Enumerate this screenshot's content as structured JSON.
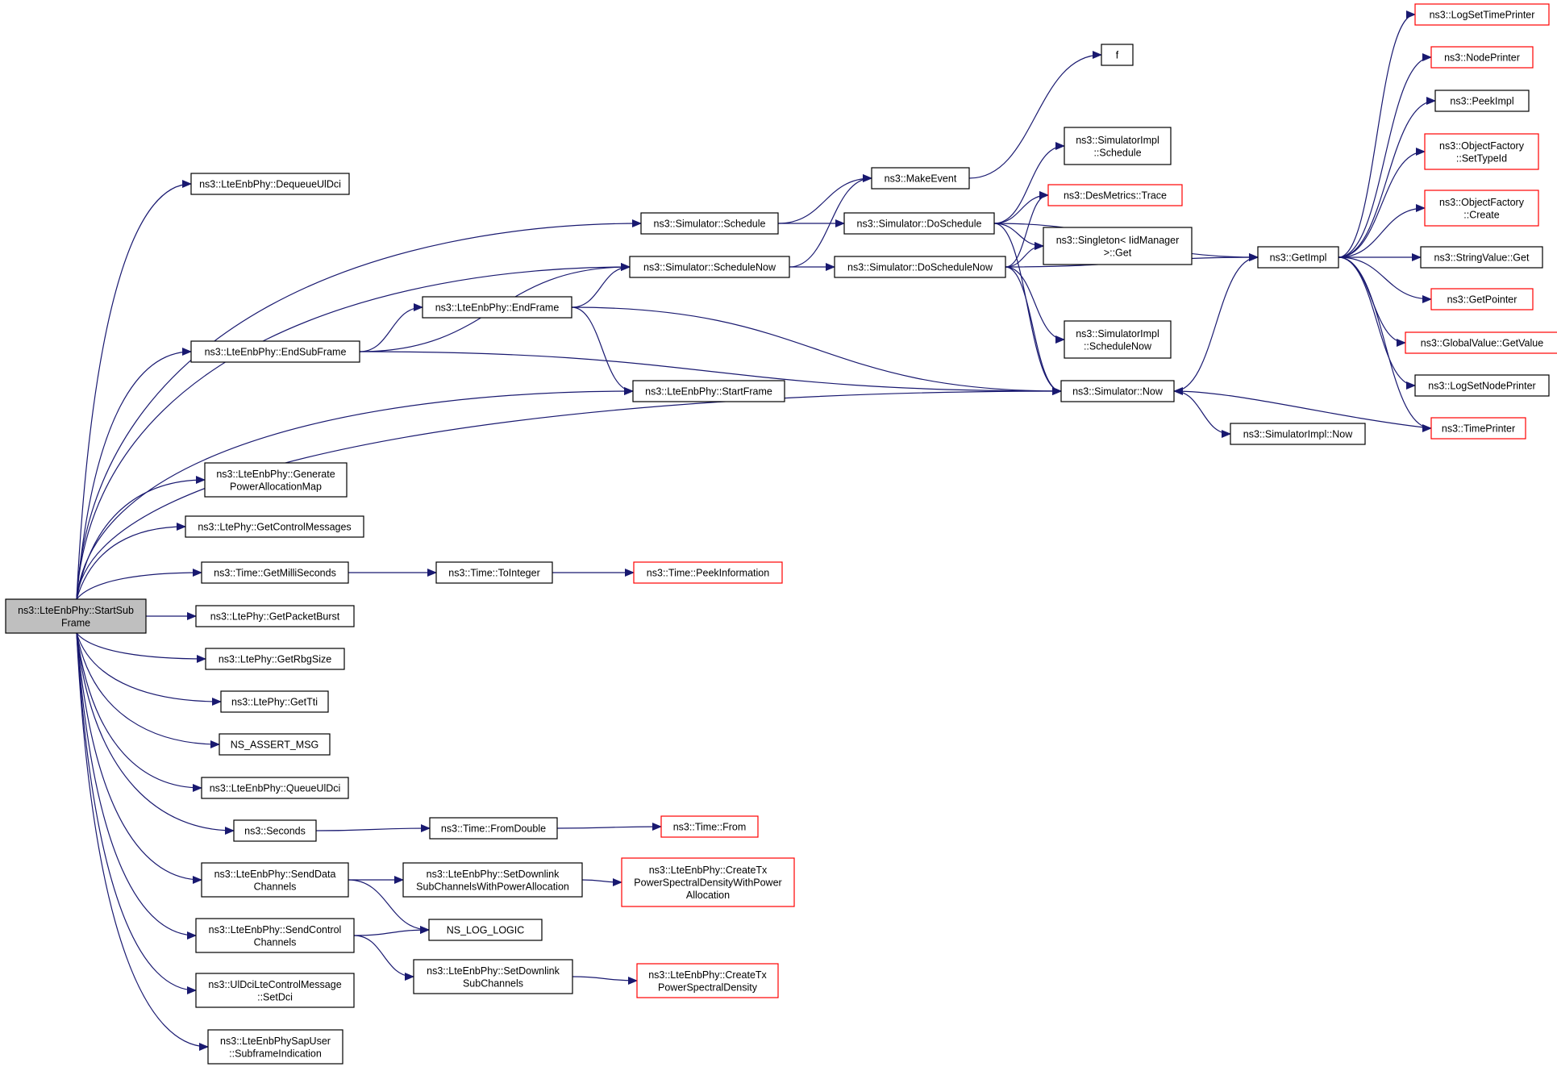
{
  "diagram": {
    "colors": {
      "edge": "#191970",
      "missing_border": "#ff0000",
      "focus_fill": "#bfbfbf"
    },
    "nodes": [
      {
        "id": "root",
        "lines": [
          "ns3::LteEnbPhy::StartSub",
          "Frame"
        ],
        "style": "root"
      },
      {
        "id": "deqUl",
        "lines": [
          "ns3::LteEnbPhy::DequeueUlDci"
        ]
      },
      {
        "id": "endSub",
        "lines": [
          "ns3::LteEnbPhy::EndSubFrame"
        ]
      },
      {
        "id": "genPow",
        "lines": [
          "ns3::LteEnbPhy::Generate",
          "PowerAllocationMap"
        ]
      },
      {
        "id": "getCtl",
        "lines": [
          "ns3::LtePhy::GetControlMessages"
        ]
      },
      {
        "id": "getMs",
        "lines": [
          "ns3::Time::GetMilliSeconds"
        ]
      },
      {
        "id": "getPkt",
        "lines": [
          "ns3::LtePhy::GetPacketBurst"
        ]
      },
      {
        "id": "getRbg",
        "lines": [
          "ns3::LtePhy::GetRbgSize"
        ]
      },
      {
        "id": "getTti",
        "lines": [
          "ns3::LtePhy::GetTti"
        ]
      },
      {
        "id": "nsAssert",
        "lines": [
          "NS_ASSERT_MSG"
        ]
      },
      {
        "id": "queueUl",
        "lines": [
          "ns3::LteEnbPhy::QueueUlDci"
        ]
      },
      {
        "id": "seconds",
        "lines": [
          "ns3::Seconds"
        ]
      },
      {
        "id": "sendData",
        "lines": [
          "ns3::LteEnbPhy::SendData",
          "Channels"
        ]
      },
      {
        "id": "sendCtl",
        "lines": [
          "ns3::LteEnbPhy::SendControl",
          "Channels"
        ]
      },
      {
        "id": "ulDci",
        "lines": [
          "ns3::UlDciLteControlMessage",
          "::SetDci"
        ]
      },
      {
        "id": "sapUser",
        "lines": [
          "ns3::LteEnbPhySapUser",
          "::SubframeIndication"
        ]
      },
      {
        "id": "simSched",
        "lines": [
          "ns3::Simulator::Schedule"
        ]
      },
      {
        "id": "simSchedNow",
        "lines": [
          "ns3::Simulator::ScheduleNow"
        ]
      },
      {
        "id": "endFrame",
        "lines": [
          "ns3::LteEnbPhy::EndFrame"
        ]
      },
      {
        "id": "startFrame",
        "lines": [
          "ns3::LteEnbPhy::StartFrame"
        ]
      },
      {
        "id": "makeEvent",
        "lines": [
          "ns3::MakeEvent"
        ]
      },
      {
        "id": "f",
        "lines": [
          "f"
        ]
      },
      {
        "id": "doSched",
        "lines": [
          "ns3::Simulator::DoSchedule"
        ]
      },
      {
        "id": "doSchedNow",
        "lines": [
          "ns3::Simulator::DoScheduleNow"
        ]
      },
      {
        "id": "implSched",
        "lines": [
          "ns3::SimulatorImpl",
          "::Schedule"
        ]
      },
      {
        "id": "desTrace",
        "lines": [
          "ns3::DesMetrics::Trace"
        ],
        "style": "red"
      },
      {
        "id": "singleton",
        "lines": [
          "ns3::Singleton< IidManager",
          ">::Get"
        ]
      },
      {
        "id": "implSchedNow",
        "lines": [
          "ns3::SimulatorImpl",
          "::ScheduleNow"
        ]
      },
      {
        "id": "simNow",
        "lines": [
          "ns3::Simulator::Now"
        ]
      },
      {
        "id": "implNow",
        "lines": [
          "ns3::SimulatorImpl::Now"
        ]
      },
      {
        "id": "getImpl",
        "lines": [
          "ns3::GetImpl"
        ]
      },
      {
        "id": "logTime",
        "lines": [
          "ns3::LogSetTimePrinter"
        ],
        "style": "red"
      },
      {
        "id": "nodePrinter",
        "lines": [
          "ns3::NodePrinter"
        ],
        "style": "red"
      },
      {
        "id": "peekImpl",
        "lines": [
          "ns3::PeekImpl"
        ]
      },
      {
        "id": "ofSetType",
        "lines": [
          "ns3::ObjectFactory",
          "::SetTypeId"
        ],
        "style": "red"
      },
      {
        "id": "ofCreate",
        "lines": [
          "ns3::ObjectFactory",
          "::Create"
        ],
        "style": "red"
      },
      {
        "id": "strGet",
        "lines": [
          "ns3::StringValue::Get"
        ]
      },
      {
        "id": "getPtr",
        "lines": [
          "ns3::GetPointer"
        ],
        "style": "red"
      },
      {
        "id": "gvGet",
        "lines": [
          "ns3::GlobalValue::GetValue"
        ],
        "style": "red"
      },
      {
        "id": "logNode",
        "lines": [
          "ns3::LogSetNodePrinter"
        ]
      },
      {
        "id": "timePrinter",
        "lines": [
          "ns3::TimePrinter"
        ],
        "style": "red"
      },
      {
        "id": "toInt",
        "lines": [
          "ns3::Time::ToInteger"
        ]
      },
      {
        "id": "peekInfo",
        "lines": [
          "ns3::Time::PeekInformation"
        ],
        "style": "red"
      },
      {
        "id": "fromDouble",
        "lines": [
          "ns3::Time::FromDouble"
        ]
      },
      {
        "id": "timeFrom",
        "lines": [
          "ns3::Time::From"
        ],
        "style": "red"
      },
      {
        "id": "setDlPow",
        "lines": [
          "ns3::LteEnbPhy::SetDownlink",
          "SubChannelsWithPowerAllocation"
        ]
      },
      {
        "id": "createPsdPow",
        "lines": [
          "ns3::LteEnbPhy::CreateTx",
          "PowerSpectralDensityWithPower",
          "Allocation"
        ],
        "style": "red"
      },
      {
        "id": "logLogic",
        "lines": [
          "NS_LOG_LOGIC"
        ]
      },
      {
        "id": "setDl",
        "lines": [
          "ns3::LteEnbPhy::SetDownlink",
          "SubChannels"
        ]
      },
      {
        "id": "createPsd",
        "lines": [
          "ns3::LteEnbPhy::CreateTx",
          "PowerSpectralDensity"
        ],
        "style": "red"
      }
    ]
  }
}
